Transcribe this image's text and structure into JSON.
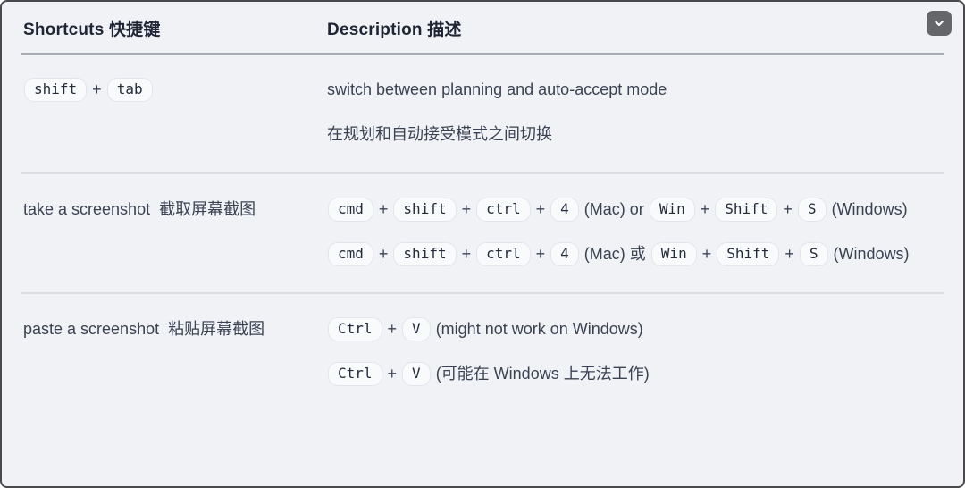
{
  "colors": {
    "page_bg": "#f0f2f6",
    "panel_border": "#4a4a4c",
    "header_text": "#1f2534",
    "body_text": "#3b4252",
    "kbd_bg": "#f9fafc",
    "kbd_border": "#e2e5eb",
    "kbd_text": "#242b3a",
    "divider_strong": "#a6abb5",
    "divider_light": "#dbdee3",
    "collapse_button_bg": "#646669",
    "collapse_button_icon": "#ffffff"
  },
  "collapse_button": {
    "icon": "chevron-down"
  },
  "table": {
    "headers": [
      {
        "label": "Shortcuts 快捷键"
      },
      {
        "label": "Description 描述"
      }
    ],
    "rows": [
      {
        "shortcut_paragraphs": [
          [
            {
              "kbd": "shift"
            },
            {
              "text": " + "
            },
            {
              "kbd": "tab"
            }
          ]
        ],
        "description_paragraphs": [
          [
            {
              "text": "switch between planning and auto-accept mode"
            }
          ],
          [
            {
              "text": "在规划和自动接受模式之间切换"
            }
          ]
        ]
      },
      {
        "shortcut_paragraphs": [
          [
            {
              "text": "take a screenshot  截取屏幕截图"
            }
          ]
        ],
        "description_paragraphs": [
          [
            {
              "kbd": "cmd"
            },
            {
              "text": " + "
            },
            {
              "kbd": "shift"
            },
            {
              "text": " + "
            },
            {
              "kbd": "ctrl"
            },
            {
              "text": " + "
            },
            {
              "kbd": "4"
            },
            {
              "text": " (Mac) or "
            },
            {
              "kbd": "Win"
            },
            {
              "text": " + "
            },
            {
              "kbd": "Shift"
            },
            {
              "text": " + "
            },
            {
              "kbd": "S"
            },
            {
              "text": " (Windows)"
            }
          ],
          [
            {
              "kbd": "cmd"
            },
            {
              "text": " + "
            },
            {
              "kbd": "shift"
            },
            {
              "text": " + "
            },
            {
              "kbd": "ctrl"
            },
            {
              "text": " + "
            },
            {
              "kbd": "4"
            },
            {
              "text": " (Mac) 或 "
            },
            {
              "kbd": "Win"
            },
            {
              "text": " + "
            },
            {
              "kbd": "Shift"
            },
            {
              "text": " + "
            },
            {
              "kbd": "S"
            },
            {
              "text": " (Windows)"
            }
          ]
        ]
      },
      {
        "shortcut_paragraphs": [
          [
            {
              "text": "paste a screenshot  粘贴屏幕截图"
            }
          ]
        ],
        "description_paragraphs": [
          [
            {
              "kbd": "Ctrl"
            },
            {
              "text": " + "
            },
            {
              "kbd": "V"
            },
            {
              "text": " (might not work on Windows)"
            }
          ],
          [
            {
              "kbd": "Ctrl"
            },
            {
              "text": " + "
            },
            {
              "kbd": "V"
            },
            {
              "text": " (可能在 Windows 上无法工作)"
            }
          ]
        ]
      }
    ]
  }
}
